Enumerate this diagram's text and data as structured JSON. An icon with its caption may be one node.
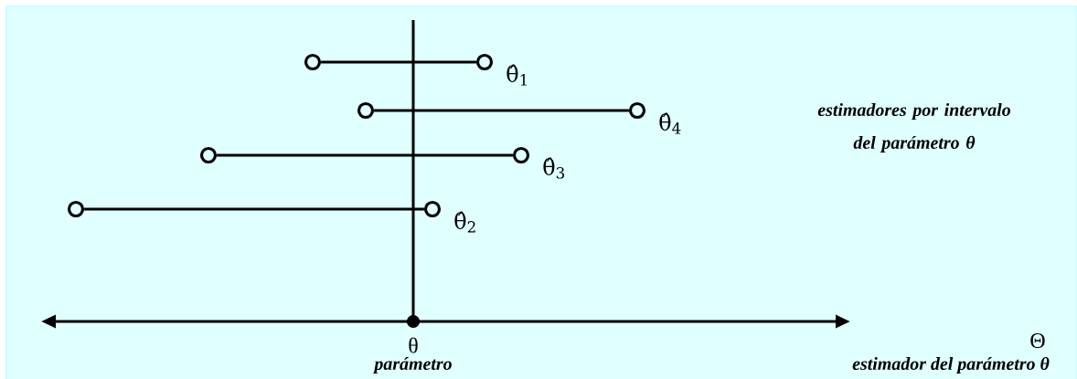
{
  "diagram": {
    "nodes": [
      {
        "text": [],
        "shape": "circle"
      },
      {
        "text": [],
        "shape": "circle",
        "beside": [
          "θ̂$_{1}$"
        ]
      },
      {
        "text": [],
        "shape": "circle"
      },
      {
        "text": [],
        "shape": "circle",
        "beside": [
          "θ̂$_{4}$"
        ]
      },
      {
        "text": [],
        "shape": "circle"
      },
      {
        "text": [],
        "shape": "circle",
        "beside": [
          "θ̂$_{3}$"
        ]
      },
      {
        "text": [],
        "shape": "circle"
      },
      {
        "text": [],
        "shape": "circle",
        "beside": [
          "θ̂$_{2}$"
        ]
      }
    ],
    "edges": [
      {
        "from": 0,
        "to": 1,
        "arrow": "none"
      },
      {
        "from": 2,
        "to": 3,
        "arrow": "none"
      },
      {
        "from": 4,
        "to": 5,
        "arrow": "none"
      },
      {
        "from": 6,
        "to": 7,
        "arrow": "none"
      }
    ],
    "labels": [
      "estimadores por intervalo del parámetro θ",
      "θ",
      "parámetro",
      "Θ",
      "estimador del parámetro θ"
    ]
  }
}
